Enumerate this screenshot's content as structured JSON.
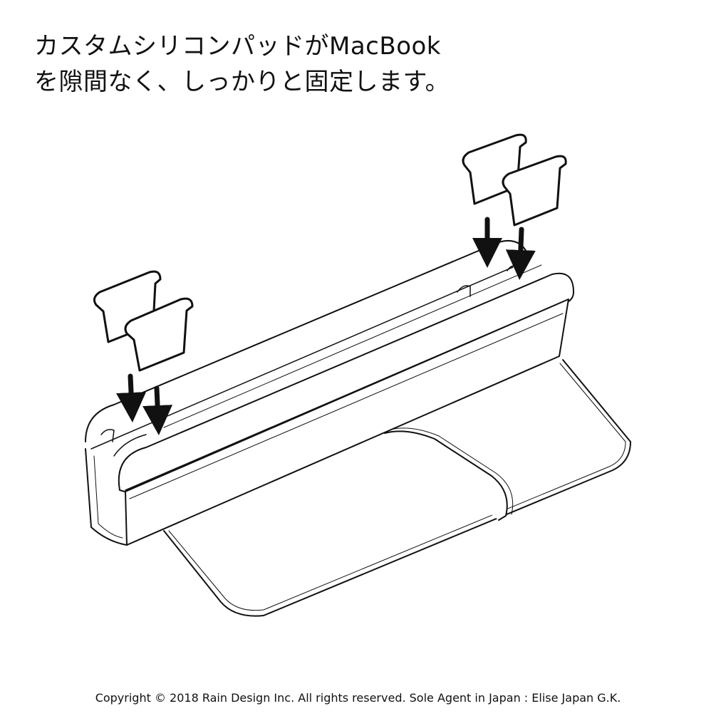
{
  "headline": {
    "line1": "カスタムシリコンパッドがMacBook",
    "line2": "を隙間なく、しっかりと固定します。"
  },
  "footer": {
    "copyright": "Copyright © 2018 Rain Design Inc. All rights reserved.  Sole Agent in Japan : Elise Japan G.K."
  },
  "illustration": {
    "parts": [
      "macbook-stand",
      "macbook-base",
      "silicone-pad-left",
      "silicone-pad-right"
    ],
    "pad_count": 4,
    "arrow_count": 4,
    "colors": {
      "line": "#111111",
      "fill": "#ffffff"
    }
  }
}
